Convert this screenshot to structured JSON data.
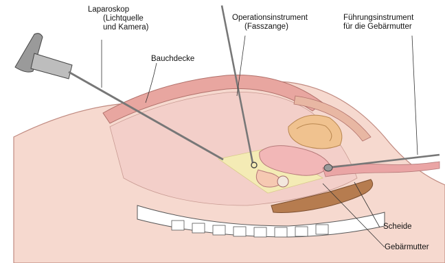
{
  "labels": {
    "laparoskop": [
      "Laparoskop",
      "(Lichtquelle",
      "und Kamera)"
    ],
    "operationsinstrument": [
      "Operationsinstrument",
      "(Fasszange)"
    ],
    "fuehrungsinstrument": [
      "Führungsinstrument",
      "für die Gebärmutter"
    ],
    "bauchdecke": "Bauchdecke",
    "scheide": "Scheide",
    "gebaermutter": "Gebärmutter"
  },
  "colors": {
    "skin": "#f6d9cf",
    "abdominal_wall": "#e8a6a0",
    "cavity": "#f3cfc9",
    "light_field": "#f4ebb5",
    "uterus": "#f2b7b7",
    "bladder": "#f0c28f",
    "bowel": "#b67c4f",
    "instrument": "#777777"
  }
}
